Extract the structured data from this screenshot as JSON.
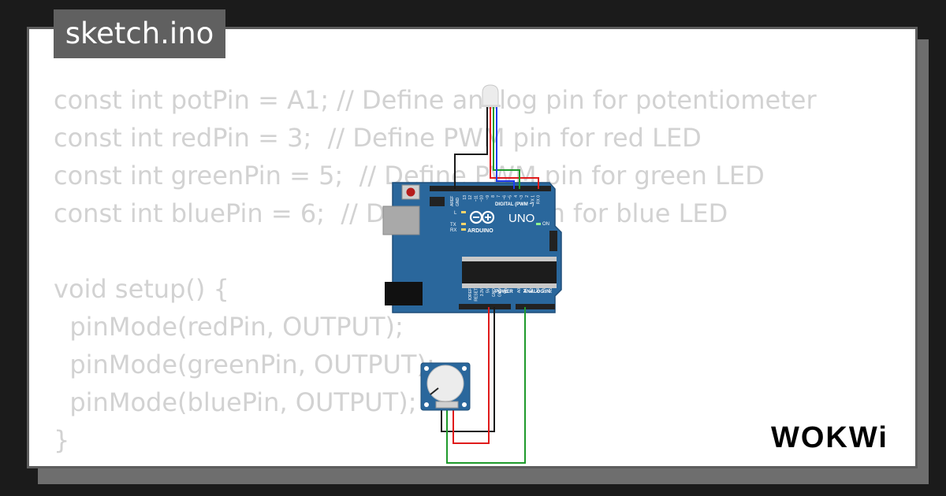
{
  "file_tab": {
    "label": "sketch.ino"
  },
  "code_lines": [
    "const int potPin = A1; // Define analog pin for potentiometer",
    "const int redPin = 3;  // Define PWM pin for red LED",
    "const int greenPin = 5;  // Define PWM pin for green LED",
    "const int bluePin = 6;  // Define PWM pin for blue LED",
    "",
    "void setup() {",
    "  pinMode(redPin, OUTPUT);",
    "  pinMode(greenPin, OUTPUT);",
    "  pinMode(bluePin, OUTPUT);",
    "}"
  ],
  "board": {
    "model": "UNO",
    "brand": "ARDUINO",
    "digital_label": "DIGITAL (PWM ~)",
    "analog_label": "ANALOG IN",
    "power_label": "POWER",
    "on_label": "ON",
    "aref_label": "AREF",
    "gnd_label": "GND",
    "led_l_label": "L",
    "tx_label": "TX",
    "rx_label": "RX",
    "digital_pins": [
      "13",
      "12",
      "~11",
      "~10",
      "~9",
      "8",
      "7",
      "~6",
      "~5",
      "4",
      "~3",
      "2",
      "TX 1",
      "RX 0"
    ],
    "power_pins": [
      "IOREF",
      "RESET",
      "3.3V",
      "5V",
      "GND",
      "GND",
      "Vin"
    ],
    "analog_pins": [
      "A0",
      "A1",
      "A2",
      "A3",
      "A4",
      "A5"
    ]
  },
  "wire_colors": {
    "red": "#e01b1b",
    "green": "#1e9a2b",
    "blue": "#1e3cf0",
    "black": "#1a1a1a"
  },
  "logo": {
    "text": "WOKWi"
  }
}
